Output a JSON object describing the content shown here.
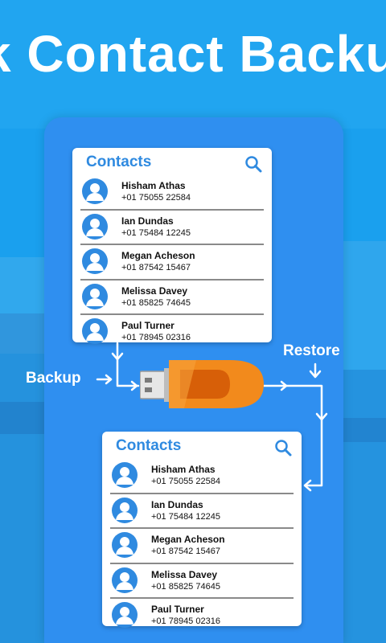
{
  "headline": "k Contact Backup",
  "cards": [
    {
      "title": "Contacts",
      "contacts": [
        {
          "name": "Hisham Athas",
          "phone": "+01 75055 22584"
        },
        {
          "name": "Ian Dundas",
          "phone": "+01 75484 12245"
        },
        {
          "name": "Megan Acheson",
          "phone": "+01 87542 15467"
        },
        {
          "name": "Melissa Davey",
          "phone": "+01 85825 74645"
        },
        {
          "name": "Paul Turner",
          "phone": "+01 78945 02316"
        }
      ]
    },
    {
      "title": "Contacts",
      "contacts": [
        {
          "name": "Hisham Athas",
          "phone": "+01 75055 22584"
        },
        {
          "name": "Ian Dundas",
          "phone": "+01 75484 12245"
        },
        {
          "name": "Megan Acheson",
          "phone": "+01 87542 15467"
        },
        {
          "name": "Melissa Davey",
          "phone": "+01 85825 74645"
        },
        {
          "name": "Paul Turner",
          "phone": "+01 78945 02316"
        }
      ]
    }
  ],
  "flow": {
    "backup_label": "Backup",
    "restore_label": "Restore"
  },
  "colors": {
    "accent": "#2f8ae0",
    "panel": "#2f8ff0",
    "usb_orange": "#f28a1c",
    "usb_dark": "#d75f08"
  },
  "icons": {
    "search": "search-icon",
    "avatar": "person-avatar-icon",
    "drive": "usb-drive-icon"
  }
}
